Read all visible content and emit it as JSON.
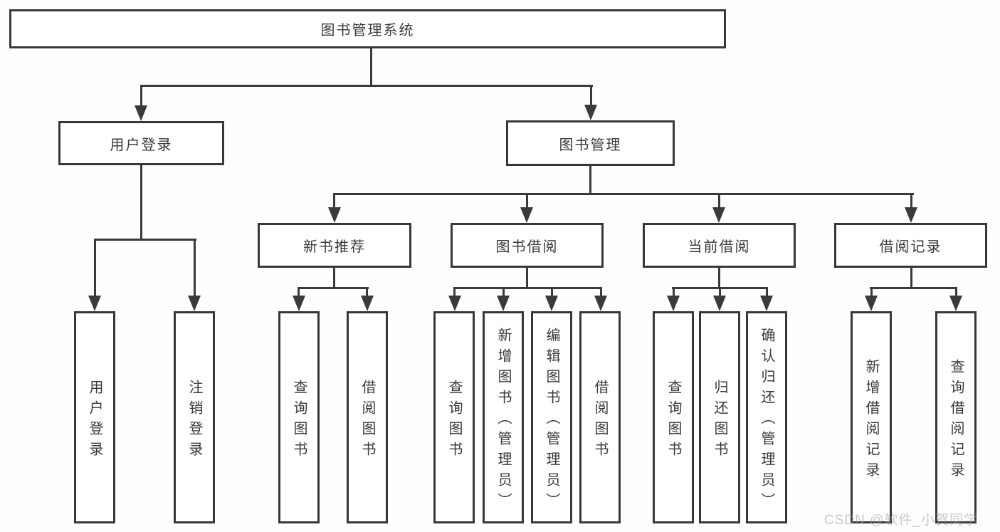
{
  "title": "图书管理系统",
  "colors": {
    "line": "#3a3a3a",
    "border": "#383838",
    "text": "#3a3a3a",
    "box_background": "#ffffff",
    "watermark_text": "#9b9da2"
  },
  "tree": {
    "root": "图书管理系统",
    "branches": [
      {
        "label": "用户登录",
        "children": [
          "用户登录",
          "注销登录"
        ]
      },
      {
        "label": "图书管理",
        "children": [
          {
            "label": "新书推荐",
            "children": [
              "查询图书",
              "借阅图书"
            ]
          },
          {
            "label": "图书借阅",
            "children": [
              "查询图书",
              "新增图书（管理员）",
              "编辑图书（管理员）",
              "借阅图书"
            ]
          },
          {
            "label": "当前借阅",
            "children": [
              "查询图书",
              "归还图书",
              "确认归还（管理员）"
            ]
          },
          {
            "label": "借阅记录",
            "children": [
              "新增借阅记录",
              "查询借阅记录"
            ]
          }
        ]
      }
    ]
  },
  "watermark": "CSDN @软件_小贺同学"
}
